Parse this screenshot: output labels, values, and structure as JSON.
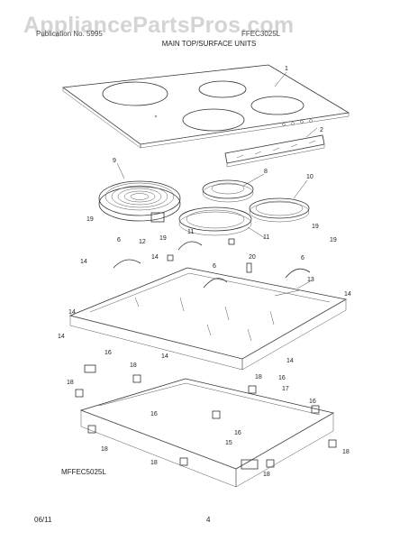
{
  "watermark": "AppliancePartsPros.com",
  "header": {
    "left": "Publication No. 5995",
    "right": "FFEC3025L",
    "section_title": "MAIN TOP/SURFACE UNITS"
  },
  "diagram": {
    "model_code": "MFFEC5025L",
    "callouts": [
      "1",
      "2",
      "8",
      "9",
      "10",
      "11",
      "12",
      "13",
      "14",
      "15",
      "16",
      "17",
      "18",
      "19",
      "20",
      "6",
      "11",
      "14",
      "19",
      "18",
      "16",
      "18",
      "14",
      "18",
      "18",
      "16",
      "18",
      "16",
      "18",
      "16",
      "14",
      "14",
      "14",
      "14",
      "6",
      "6",
      "19",
      "19"
    ]
  },
  "footer": {
    "date": "06/11",
    "page": "4"
  }
}
